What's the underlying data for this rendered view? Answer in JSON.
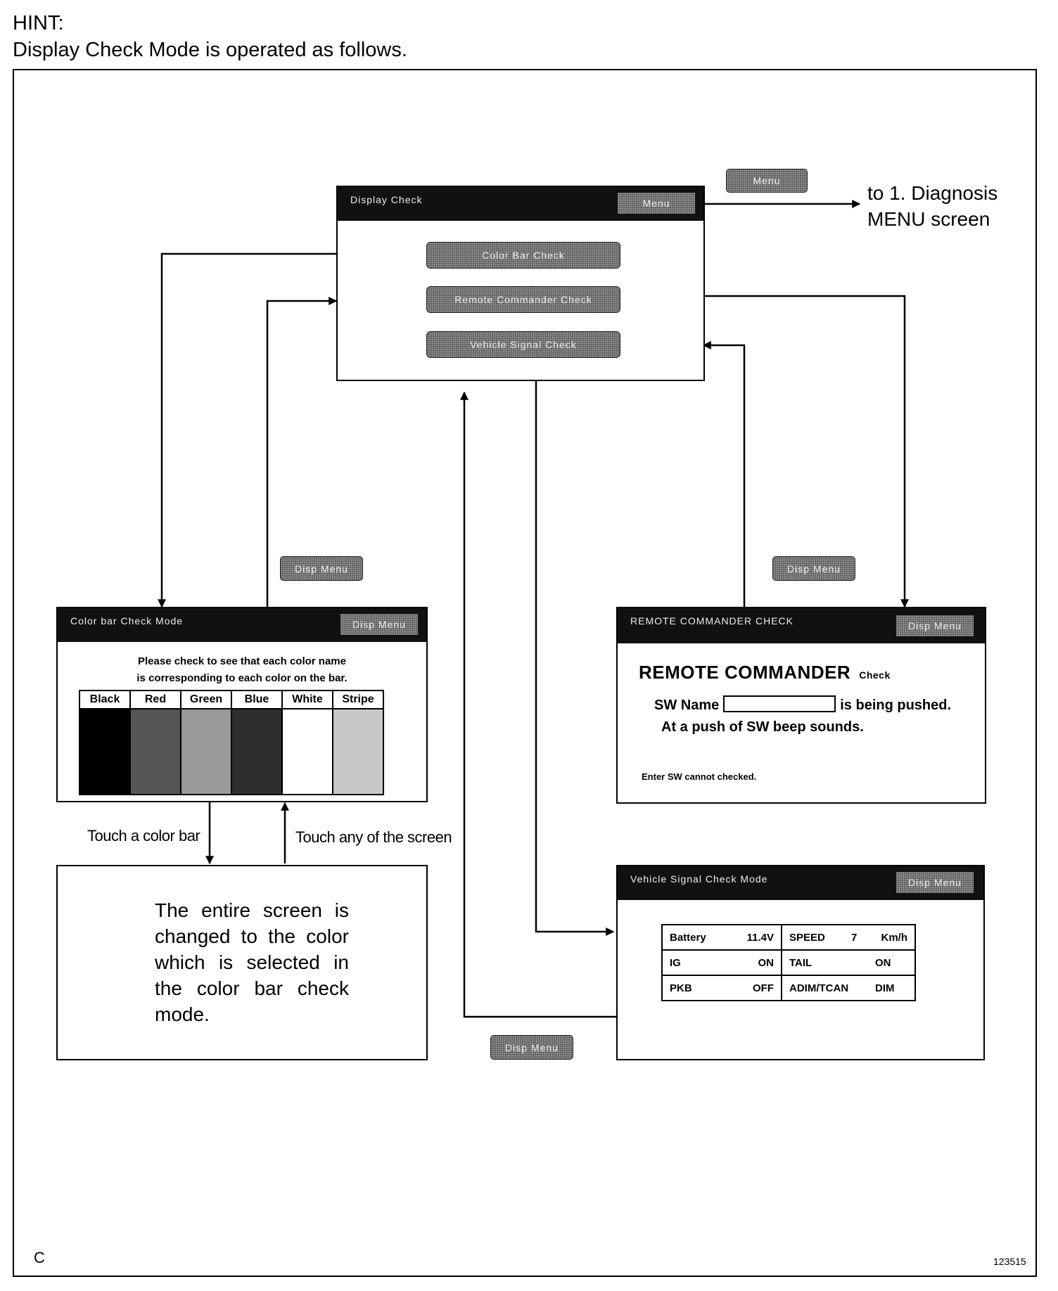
{
  "hint": {
    "title": "HINT:",
    "subtitle": "Display Check Mode is operated as follows."
  },
  "display_check": {
    "title": "Display Check",
    "menu_button": "Menu",
    "buttons": [
      "Color Bar Check",
      "Remote Commander Check",
      "Vehicle Signal Check"
    ]
  },
  "tags": {
    "menu": "Menu",
    "disp_menu": "Disp Menu"
  },
  "to_diagnosis": {
    "line1": "to 1. Diagnosis",
    "line2": "MENU screen"
  },
  "color_bar": {
    "title": "Color bar Check Mode",
    "menu_button": "Disp Menu",
    "instruction_line1": "Please check to see that each color name",
    "instruction_line2": "is corresponding to each color on the bar.",
    "columns": [
      "Black",
      "Red",
      "Green",
      "Blue",
      "White",
      "Stripe"
    ],
    "swatch_colors": [
      "#000000",
      "#555555",
      "#999999",
      "#2e2e2e",
      "#ffffff",
      "#c8c8c8"
    ]
  },
  "touch_color_bar": "Touch a color bar",
  "touch_any": "Touch any of the screen",
  "entire_screen_text": "The entire screen is changed to the color which is selected in the color bar check mode.",
  "remote_commander": {
    "title": "REMOTE COMMANDER CHECK",
    "menu_button": "Disp Menu",
    "heading": "REMOTE COMMANDER",
    "heading_small": "Check",
    "sw_name": "SW Name",
    "being_pushed": "is being pushed.",
    "beep_line": "At a push of SW beep sounds.",
    "note": "Enter SW cannot checked."
  },
  "vehicle_signal": {
    "title": "Vehicle Signal Check Mode",
    "menu_button": "Disp Menu",
    "rows": [
      {
        "l_name": "Battery",
        "l_value": "11.4V",
        "r_name": "SPEED",
        "r_value": "7",
        "r_unit": "Km/h"
      },
      {
        "l_name": "IG",
        "l_value": "ON",
        "r_name": "TAIL",
        "r_value": "ON",
        "r_unit": ""
      },
      {
        "l_name": "PKB",
        "l_value": "OFF",
        "r_name": "ADIM/TCAN",
        "r_value": "DIM",
        "r_unit": ""
      }
    ]
  },
  "corner_letter": "C",
  "figure_code": "123515",
  "colors": {
    "titlebar": "#111111",
    "line": "#000000"
  }
}
